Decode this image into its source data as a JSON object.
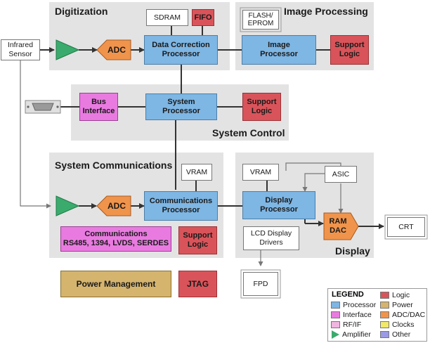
{
  "sections": {
    "digitization": "Digitization",
    "image_processing": "Image Processing",
    "system_control": "System Control",
    "system_communications": "System Communications",
    "display": "Display"
  },
  "blocks": {
    "sdram": "SDRAM",
    "fifo": "FIFO",
    "flash_eprom": "FLASH/\nEPROM",
    "infrared_sensor": "Infrared\nSensor",
    "adc_top": "ADC",
    "data_correction": "Data Correction\nProcessor",
    "image_processor": "Image\nProcessor",
    "support_logic_image": "Support\nLogic",
    "bus_interface": "Bus\nInterface",
    "system_processor": "System\nProcessor",
    "support_logic_control": "Support\nLogic",
    "vram_comm": "VRAM",
    "adc_bottom": "ADC",
    "communications_processor": "Communications\nProcessor",
    "communications_interfaces": "Communications\nRS485, 1394, LVDS, SERDES",
    "support_logic_comm": "Support\nLogic",
    "vram_display": "VRAM",
    "asic": "ASIC",
    "display_processor": "Display\nProcessor",
    "ram_dac": "RAM\nDAC",
    "crt": "CRT",
    "lcd_display_drivers": "LCD Display\nDrivers",
    "fpd": "FPD",
    "power_management": "Power Management",
    "jtag": "JTAG"
  },
  "legend": {
    "title": "LEGEND",
    "items": [
      {
        "label": "Processor",
        "color": "#7eb6e4",
        "shape": "swatch"
      },
      {
        "label": "Interface",
        "color": "#e97be0",
        "shape": "swatch"
      },
      {
        "label": "RF/IF",
        "color": "#f0b6e0",
        "shape": "swatch"
      },
      {
        "label": "Amplifier",
        "color": "#3aab6d",
        "shape": "triangle"
      },
      {
        "label": "Logic",
        "color": "#d9545a",
        "shape": "swatch"
      },
      {
        "label": "Power",
        "color": "#d5b46e",
        "shape": "swatch"
      },
      {
        "label": "ADC/DAC",
        "color": "#f0944c",
        "shape": "swatch"
      },
      {
        "label": "Clocks",
        "color": "#f2e96a",
        "shape": "swatch"
      },
      {
        "label": "Other",
        "color": "#9a9ae6",
        "shape": "swatch"
      }
    ]
  },
  "colors": {
    "panel": "#e3e3e3",
    "processor": "#7eb6e4",
    "logic": "#d9545a",
    "interface": "#e97be0",
    "power": "#d5b46e",
    "adc": "#f0944c",
    "amplifier": "#3aab6d",
    "line": "#333333"
  }
}
